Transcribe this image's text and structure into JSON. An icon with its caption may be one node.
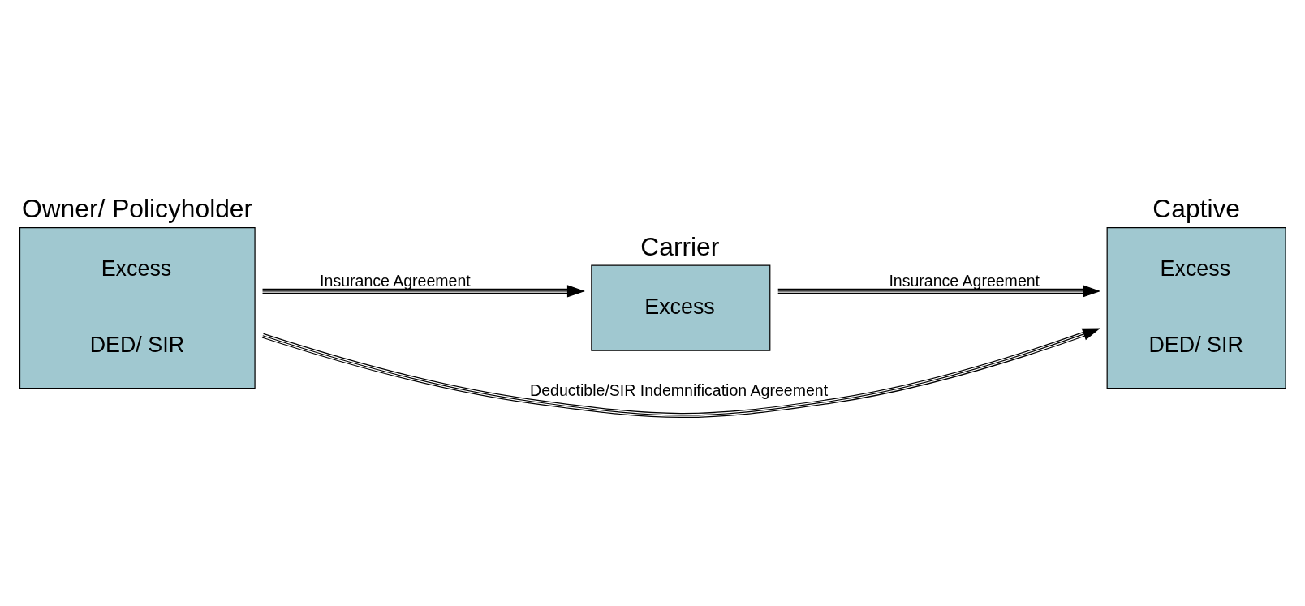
{
  "diagram": {
    "nodes": [
      {
        "text": [
          "Owner/ Policyholder",
          "Excess",
          "DED/ SIR"
        ]
      },
      {
        "text": [
          "Carrier",
          "Excess"
        ]
      },
      {
        "text": [
          "Captive",
          "Excess",
          "DED/ SIR"
        ]
      }
    ],
    "edges": [
      {
        "from": 0,
        "to": 1,
        "arrow": "to",
        "label": "Insurance Agreement"
      },
      {
        "from": 1,
        "to": 2,
        "arrow": "to",
        "label": "Insurance Agreement"
      },
      {
        "from": 0,
        "to": 2,
        "arrow": "to",
        "label": "Deductible/SIR Indemnification Agreement"
      }
    ]
  }
}
